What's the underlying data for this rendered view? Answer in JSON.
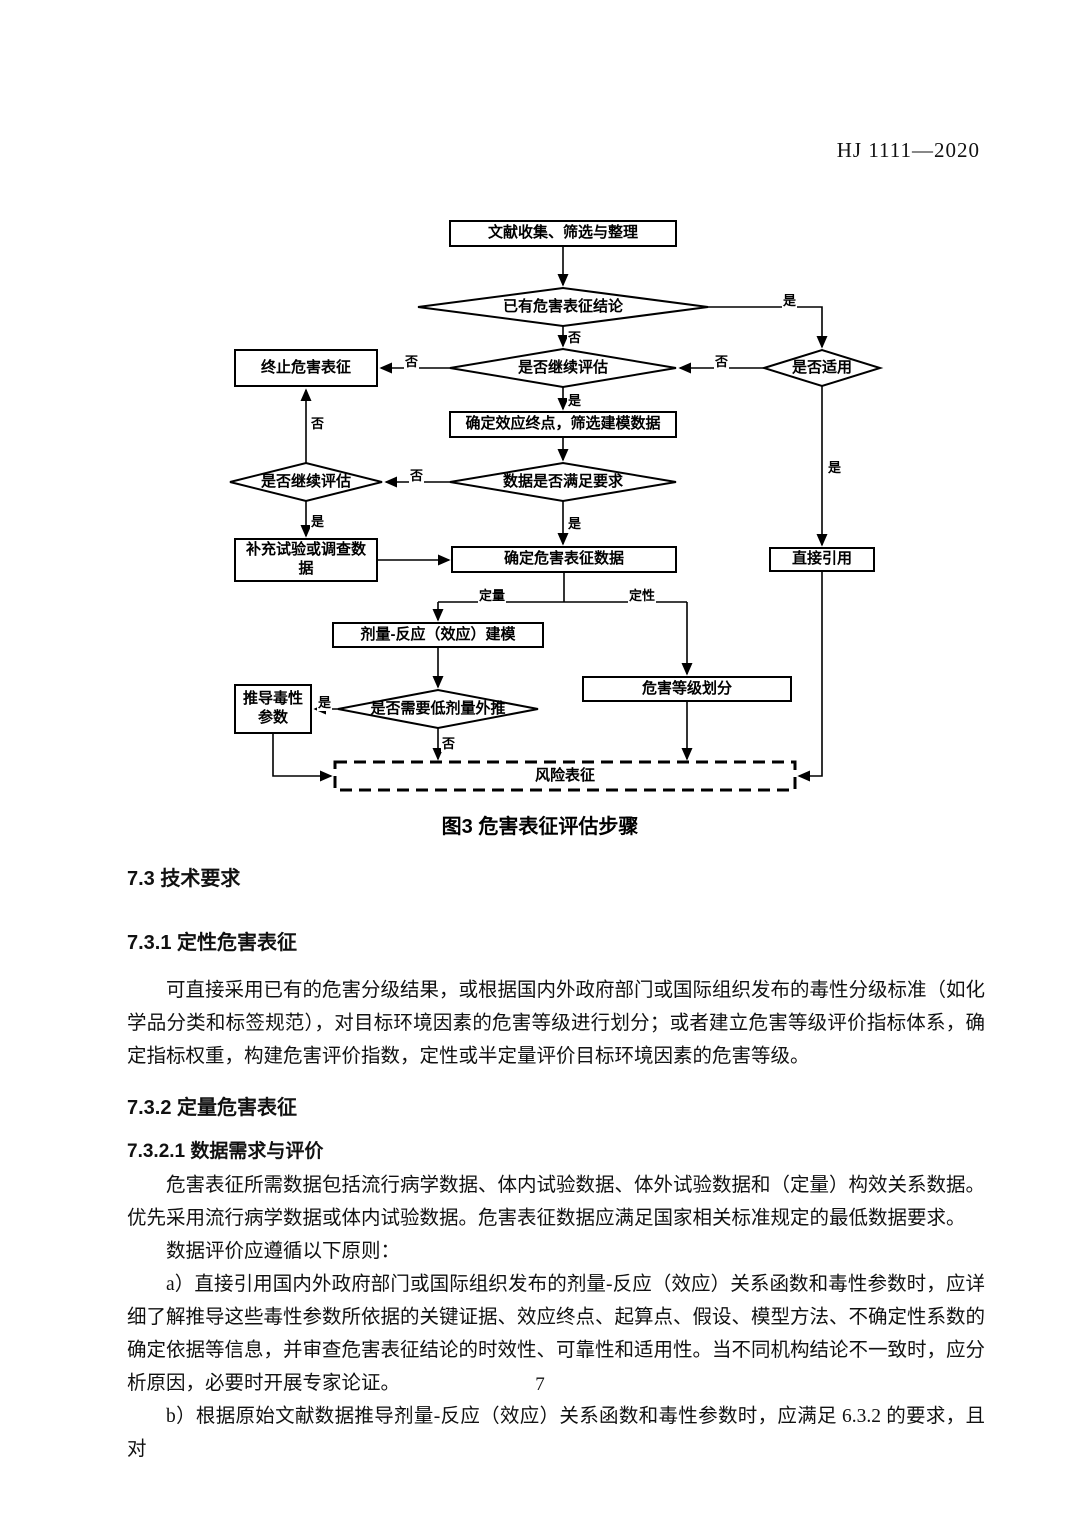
{
  "page": {
    "header": "HJ 1111—2020",
    "page_number": "7"
  },
  "figure": {
    "caption": "图3  危害表征评估步骤",
    "nodes": {
      "collect": "文献收集、筛选与整理",
      "has_conclusion": "已有危害表征结论",
      "applicable": "是否适用",
      "continue1": "是否继续评估",
      "terminate": "终止危害表征",
      "endpoint": "确定效应终点，筛选建模数据",
      "data_ok": "数据是否满足要求",
      "continue2": "是否继续评估",
      "supplement": "补充试验或调查数据",
      "confirm_data": "确定危害表征数据",
      "direct_cite": "直接引用",
      "modeling": "剂量-反应（效应）建模",
      "grading": "危害等级划分",
      "low_dose": "是否需要低剂量外推",
      "derive": "推导毒性参数",
      "risk": "风险表征"
    },
    "labels": {
      "yes": "是",
      "no": "否",
      "quant": "定量",
      "qual": "定性"
    }
  },
  "content": {
    "h73": "7.3  技术要求",
    "h731": "7.3.1  定性危害表征",
    "p731": "可直接采用已有的危害分级结果，或根据国内外政府部门或国际组织发布的毒性分级标准（如化学品分类和标签规范），对目标环境因素的危害等级进行划分；或者建立危害等级评价指标体系，确定指标权重，构建危害评价指数，定性或半定量评价目标环境因素的危害等级。",
    "h732": "7.3.2  定量危害表征",
    "h7321": "7.3.2.1  数据需求与评价",
    "p7321a": "危害表征所需数据包括流行病学数据、体内试验数据、体外试验数据和（定量）构效关系数据。优先采用流行病学数据或体内试验数据。危害表征数据应满足国家相关标准规定的最低数据要求。",
    "p7321b": "数据评价应遵循以下原则：",
    "p7321c": "a）直接引用国内外政府部门或国际组织发布的剂量-反应（效应）关系函数和毒性参数时，应详细了解推导这些毒性参数所依据的关键证据、效应终点、起算点、假设、模型方法、不确定性系数的确定依据等信息，并审查危害表征结论的时效性、可靠性和适用性。当不同机构结论不一致时，应分析原因，必要时开展专家论证。",
    "p7321d": "b）根据原始文献数据推导剂量-反应（效应）关系函数和毒性参数时，应满足 6.3.2 的要求，且对"
  }
}
